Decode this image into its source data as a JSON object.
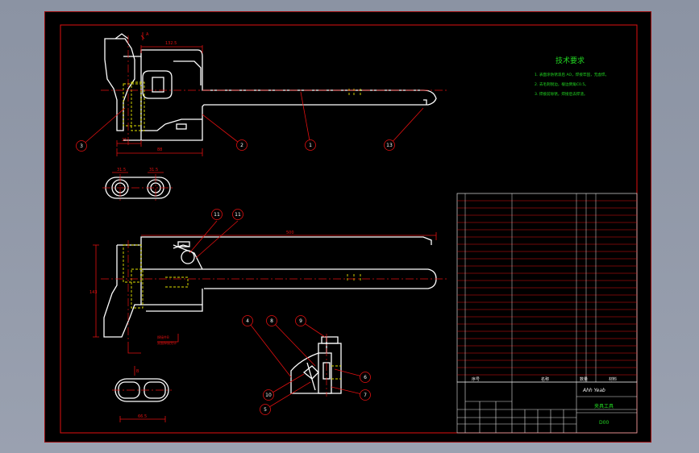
{
  "tech_requirements": {
    "title": "技术要求",
    "items": [
      "1. 表面涂防锈漆后 AO，焊接牢固，无虚焊。",
      "2. 去毛刺锐边，棱边倒角C0.5。",
      "3. 焊接前除锈，焊接后去焊渣。"
    ]
  },
  "title_block": {
    "drawing_name": "夹具工具",
    "drawing_number": "D00",
    "signature": "Ahh Yeab",
    "header_seq": "序号",
    "header_name": "名称",
    "header_qty": "数量",
    "header_material": "材料"
  },
  "callouts": [
    "3",
    "2",
    "1",
    "13",
    "11",
    "11",
    "4",
    "8",
    "9",
    "6",
    "7",
    "10",
    "5"
  ],
  "colors": {
    "background": "#000000",
    "outline": "#ffffff",
    "dimension": "#e01010",
    "hidden": "#e0e000",
    "note": "#22d822",
    "frame": "#e01010"
  }
}
